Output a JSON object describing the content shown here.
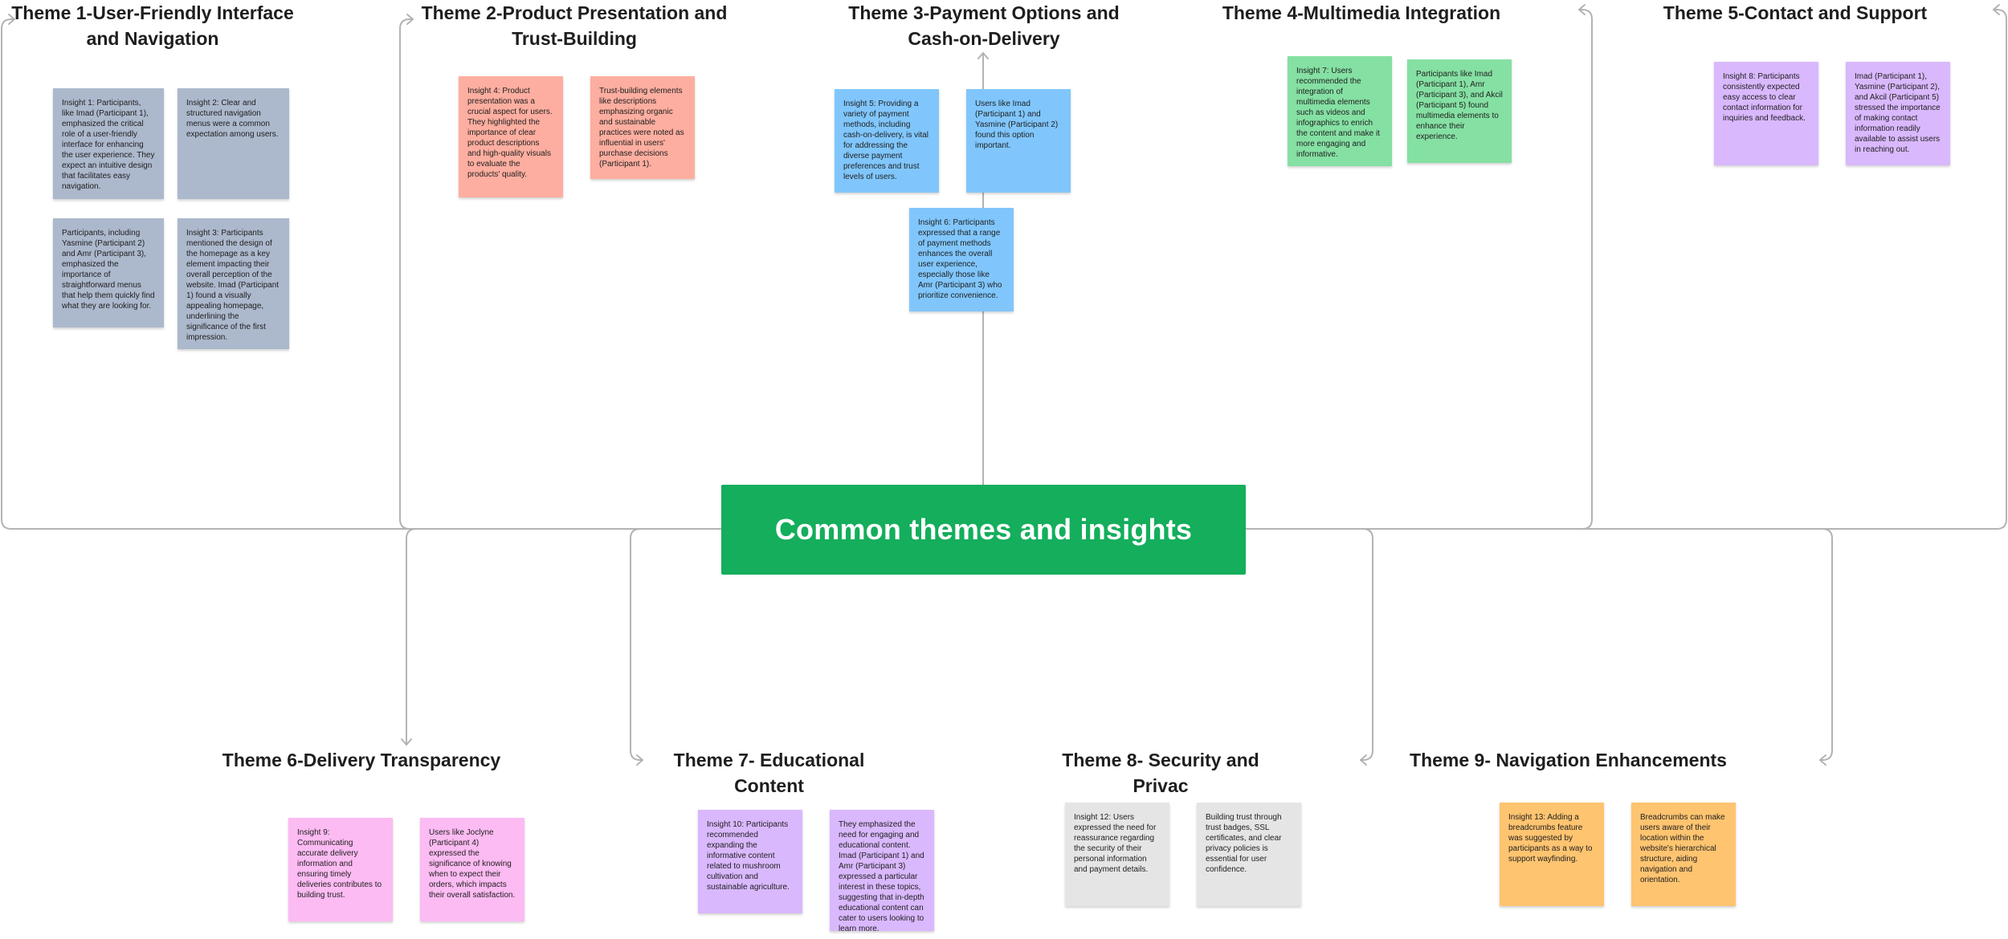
{
  "colors": {
    "center": "#14ae5c",
    "theme1": "#acb8cc",
    "theme2": "#fdaea0",
    "theme3": "#80c6fc",
    "theme4": "#85e0a3",
    "theme5": "#d9b8fd",
    "theme6": "#fcbbf2",
    "theme7": "#d9b8fd",
    "theme8": "#e5e5e5",
    "theme9": "#ffc470",
    "connector": "#b3b3b3"
  },
  "center": {
    "label": "Common themes and insights"
  },
  "themes": {
    "t1": {
      "title_line1": "Theme 1-User-Friendly Interface",
      "title_line2": "and Navigation",
      "notes": [
        "Insight 1: Participants, like Imad (Participant 1), emphasized the critical role of a user-friendly interface for enhancing the user experience. They expect an intuitive design that facilitates easy navigation.",
        "Insight 2: Clear and structured navigation menus were a common expectation among users.",
        "Participants, including Yasmine (Participant 2) and Amr (Participant 3), emphasized the importance of straightforward menus that help them quickly find what they are looking for.",
        "Insight 3: Participants mentioned the design of the homepage as a key element impacting their overall perception of the website. Imad (Participant 1) found a visually appealing homepage, underlining the significance of the first impression."
      ]
    },
    "t2": {
      "title_line1": "Theme  2-Product Presentation and",
      "title_line2": "Trust-Building",
      "notes": [
        "Insight 4: Product presentation was a crucial aspect for users. They highlighted the importance of clear product descriptions and high-quality visuals to evaluate the products' quality.",
        "Trust-building elements like descriptions emphasizing organic and sustainable practices were noted as influential in users' purchase decisions (Participant 1)."
      ]
    },
    "t3": {
      "title_line1": "Theme  3-Payment Options and",
      "title_line2": "Cash-on-Delivery",
      "notes": [
        "Insight 5: Providing a variety of payment methods, including cash-on-delivery, is vital for addressing the diverse payment preferences and trust levels of users.",
        "Users like Imad (Participant 1) and Yasmine (Participant 2) found this option important.",
        "Insight 6: Participants expressed that a range of payment methods enhances the overall user experience, especially those like Amr (Participant 3) who prioritize convenience."
      ]
    },
    "t4": {
      "title_line1": "Theme  4-Multimedia Integration",
      "notes": [
        "Insight 7: Users recommended the integration of multimedia elements such as videos and infographics to enrich the content and make it more engaging and informative.",
        "Participants like Imad (Participant 1), Amr (Participant 3), and Akcil (Participant 5) found multimedia elements to enhance their experience."
      ]
    },
    "t5": {
      "title_line1": "Theme 5-Contact and Support",
      "notes": [
        "Insight 8: Participants consistently expected easy access to clear contact information for inquiries and feedback.",
        "Imad (Participant 1), Yasmine (Participant 2), and Akcil (Participant 5) stressed the importance of making contact information readily available to assist users in reaching out."
      ]
    },
    "t6": {
      "title_line1": "Theme  6-Delivery Transparency",
      "notes": [
        "Insight 9: Communicating accurate delivery information and ensuring timely deliveries contributes to building trust.",
        "Users like Joclyne (Participant 4) expressed the significance of knowing when to expect their orders, which impacts their overall satisfaction."
      ]
    },
    "t7": {
      "title_line1": "Theme 7- Educational Content",
      "notes": [
        "Insight 10: Participants recommended expanding the informative content related to mushroom cultivation and sustainable agriculture.",
        "They emphasized the need for engaging and educational content. Imad (Participant 1) and Amr (Participant 3) expressed a particular interest in these topics, suggesting that in-depth educational content can cater to users looking to learn more."
      ]
    },
    "t8": {
      "title_line1": "Theme 8- Security and Privac",
      "notes": [
        "Insight 12: Users expressed the need for reassurance regarding the security of their personal information and payment details.",
        " Building trust through trust badges, SSL certificates, and clear privacy policies is essential for user confidence."
      ]
    },
    "t9": {
      "title_line1": "Theme  9-  Navigation Enhancements",
      "notes": [
        "Insight 13: Adding a breadcrumbs feature was suggested by participants as a way to support wayfinding.",
        "Breadcrumbs can make users aware of their location within the website's hierarchical structure, aiding navigation and orientation."
      ]
    }
  }
}
